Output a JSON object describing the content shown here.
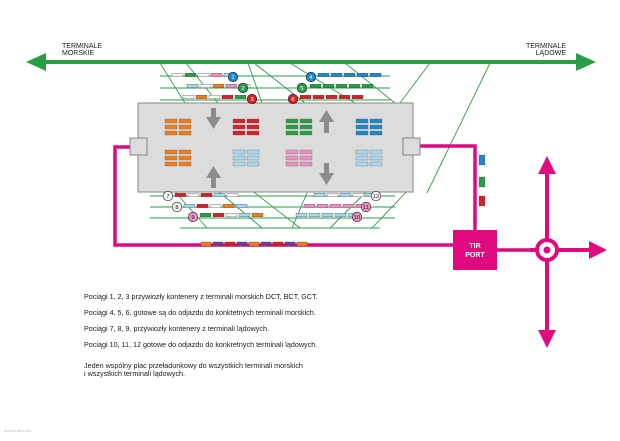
{
  "labels": {
    "left_terminal": [
      "TERMINALE",
      "MORSKIE"
    ],
    "right_terminal": [
      "TERMINALE",
      "LĄDOWE"
    ],
    "tir_port": [
      "TIR",
      "PORT"
    ],
    "train_numbers": [
      "1",
      "2",
      "3",
      "4",
      "5",
      "6",
      "7",
      "8",
      "9",
      "10",
      "11",
      "12"
    ]
  },
  "notes": [
    "Pociągi 1, 2, 3 przywiozły kontenery z terminali morskich DCT, BCT, GCT.",
    "Pociągi 4, 5, 6, gotowe są do odjazdu do konktetnych terminali morskich.",
    "Pociągi 7, 8, 9, przywiozły kontenery z terminali lądowych.",
    "Pociągi 10, 11, 12 gotowe do odjazdu do konkretnych terminali lądowych."
  ],
  "final_note": [
    "Jeden wspólny plac przeładunkowy do wszystkich terminali morskich",
    "i wszystkich terminali lądowych."
  ],
  "credit": "pomorskie.eu",
  "colors": {
    "green": "#2a9d48",
    "magenta": "#e0097f",
    "gray_box": "#dcdcdc",
    "arrow_gray": "#8c8c8c",
    "orange": "#f07d1f",
    "red": "#d8202a",
    "blue": "#1e88c8",
    "pink": "#ec90c0",
    "light_blue": "#a8d8ef",
    "purple": "#7c3b8e"
  }
}
